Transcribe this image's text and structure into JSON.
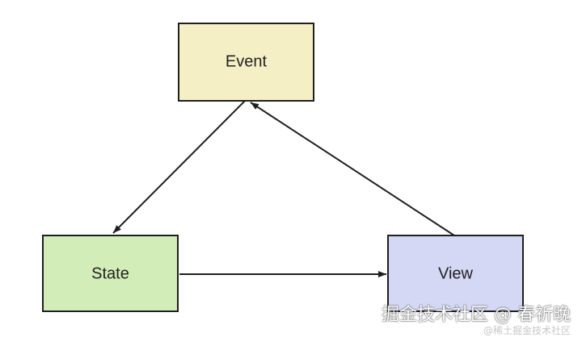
{
  "nodes": {
    "event": {
      "label": "Event",
      "fill": "#f5efc6",
      "stroke": "#1f1f1f"
    },
    "state": {
      "label": "State",
      "fill": "#d3edb8",
      "stroke": "#1f1f1f"
    },
    "view": {
      "label": "View",
      "fill": "#d4d8f4",
      "stroke": "#1f1f1f"
    }
  },
  "edges": [
    {
      "from": "event",
      "to": "state"
    },
    {
      "from": "state",
      "to": "view"
    },
    {
      "from": "view",
      "to": "event"
    }
  ],
  "watermark": {
    "main": "掘金技术社区 @ 春祈晚",
    "sub": "@稀土掘金技术社区"
  }
}
